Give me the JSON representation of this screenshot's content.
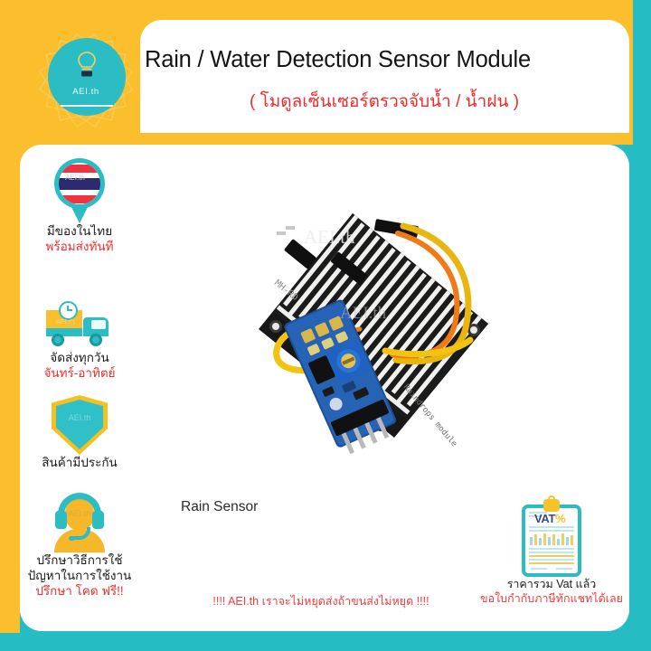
{
  "brand": {
    "name": "AEI.th",
    "logo_icon": "lightbulb-icon"
  },
  "header": {
    "title_en": "Rain / Water Detection Sensor Module",
    "title_th": "( โมดูลเซ็นเซอร์ตรวจจับน้ำ / น้ำฝน )"
  },
  "colors": {
    "yellow": "#fbbf2e",
    "teal": "#25bcc4",
    "red": "#ef2b2b",
    "black": "#141414",
    "white": "#ffffff"
  },
  "badges": [
    {
      "id": "stock",
      "icon": "location-pin-thai-flag-icon",
      "icon_label": "AEI.th",
      "line1": "มีของในไทย",
      "line2": "พร้อมส่งทันที"
    },
    {
      "id": "shipping",
      "icon": "delivery-truck-icon",
      "icon_label": "AEI.th",
      "line1": "จัดส่งทุกวัน",
      "line2": "จันทร์-อาทิตย์"
    },
    {
      "id": "warranty",
      "icon": "shield-icon",
      "icon_label": "AEI.th",
      "line1": "สินค้ามีประกัน",
      "line2": ""
    },
    {
      "id": "support",
      "icon": "headset-support-icon",
      "icon_label": "AEI.th",
      "line1": "ปรึกษาวิธีการใช้",
      "line2": "ปัญหาในการใช้งาน",
      "line3": "ปรึกษา โคด ฟรี!!"
    }
  ],
  "product": {
    "caption": "Rain Sensor",
    "watermark": "AEI.th",
    "watermark_2": "AEI.th",
    "board_silkscreen_1": "MH-RD",
    "board_silkscreen_2": "Raindrops module"
  },
  "banner": {
    "text": "!!!!  AEI.th เราจะไม่หยุดส่งถ้าขนส่งไม่หยุด  !!!!"
  },
  "vat": {
    "icon": "vat-clipboard-icon",
    "badge_title": "VAT",
    "badge_percent": "%",
    "line1": "ราคารวม Vat แล้ว",
    "line2": "ขอใบกำกับภาษีทักแชทได้เลย"
  }
}
